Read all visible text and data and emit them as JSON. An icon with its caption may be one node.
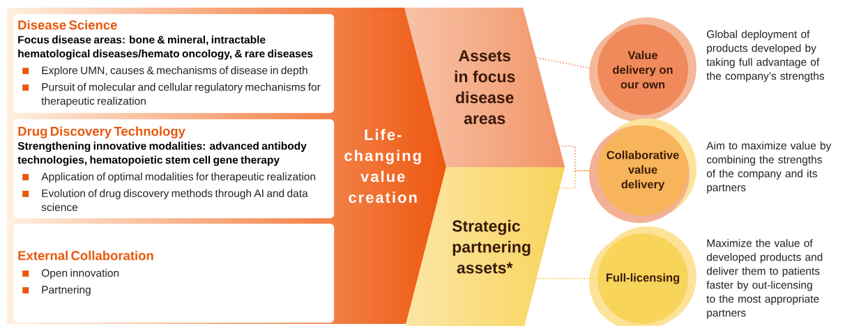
{
  "diagram": {
    "nodes": [
      {
        "text": [
          "Life-changing value creation"
        ]
      },
      {
        "text": [
          "Disease Science",
          "Focus disease areas: bone & mineral, intractable hematological diseases/hemato oncology, & rare diseases",
          "Explore UMN, causes & mechanisms of disease in depth",
          "Pursuit of molecular and cellular regulatory mechanisms for therapeutic realization"
        ],
        "in": 0
      },
      {
        "text": [
          "Drug Discovery Technology",
          "Strengthening innovative modalities: advanced antibody technologies, hematopoietic stem cell gene therapy",
          "Application of optimal modalities for therapeutic realization",
          "Evolution of drug discovery methods through AI and data science"
        ],
        "in": 0
      },
      {
        "text": [
          "External Collaboration",
          "Open innovation",
          "Partnering"
        ],
        "in": 0
      },
      {
        "text": [
          "Assets in focus disease areas"
        ]
      },
      {
        "text": [
          "Strategic partnering assets*"
        ]
      },
      {
        "text": [
          "Value delivery on our own"
        ],
        "beside": [
          "Global deployment of products developed by taking full advantage of the company’s strengths"
        ]
      },
      {
        "text": [
          "Collaborative value delivery"
        ],
        "beside": [
          "Aim to maximize value by combining the strengths of the company and its partners"
        ]
      },
      {
        "text": [
          "Full-licensing"
        ],
        "beside": [
          "Maximize the value of developed products and deliver them to patients faster by out-licensing to the most appropriate partners"
        ]
      }
    ],
    "edges": [
      {
        "from": 4,
        "to": 6,
        "arrow": "none",
        "style": "dashed",
        "color": "#f0a27a"
      },
      {
        "from": 4,
        "to": 7,
        "arrow": "none",
        "style": "dashed",
        "color": "#f0a27a"
      },
      {
        "from": 5,
        "to": 7,
        "arrow": "none",
        "style": "dashed",
        "color": "#f8cc5a"
      },
      {
        "from": 5,
        "to": 8,
        "arrow": "none",
        "style": "dashed",
        "color": "#f8cc5a"
      }
    ]
  }
}
